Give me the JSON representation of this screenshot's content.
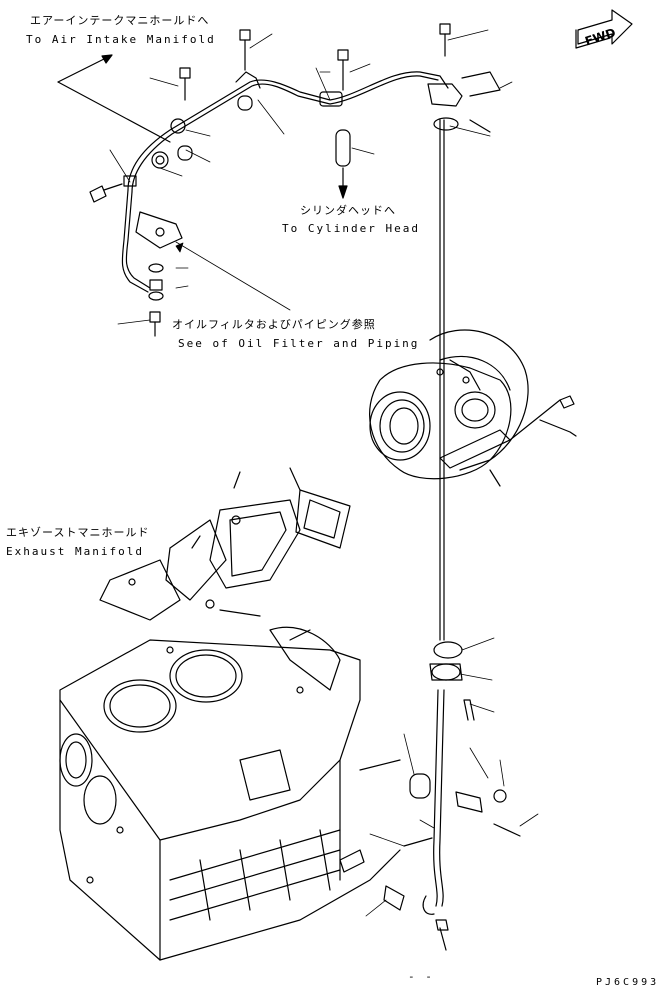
{
  "labels": {
    "air_intake_jp": "エアーインテークマニホールドへ",
    "air_intake_en": "To Air Intake Manifold",
    "cylinder_head_jp": "シリンダヘッドへ",
    "cylinder_head_en": "To Cylinder Head",
    "oil_filter_jp": "オイルフィルタおよびパイピング参照",
    "oil_filter_en": "See of Oil Filter and Piping",
    "exhaust_jp": "エキゾーストマニホールド",
    "exhaust_en": "Exhaust Manifold",
    "fwd": "FWD",
    "drawing_code": "PJ6C993",
    "bottom_mark": "- -"
  }
}
